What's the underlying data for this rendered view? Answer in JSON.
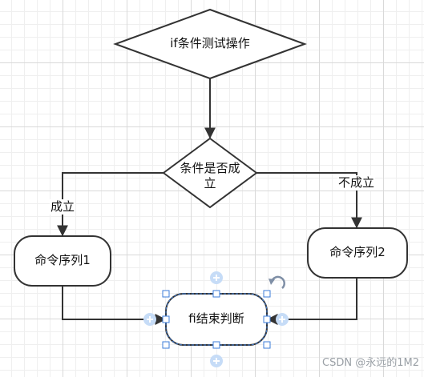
{
  "nodes": {
    "start": "if条件测试操作",
    "decision_line1": "条件是否成",
    "decision_line2": "立",
    "seq1": "命令序列1",
    "seq2": "命令序列2",
    "end": "fi结束判断"
  },
  "edges": {
    "yes": "成立",
    "no": "不成立"
  },
  "watermark": "CSDN @永远的1M2"
}
